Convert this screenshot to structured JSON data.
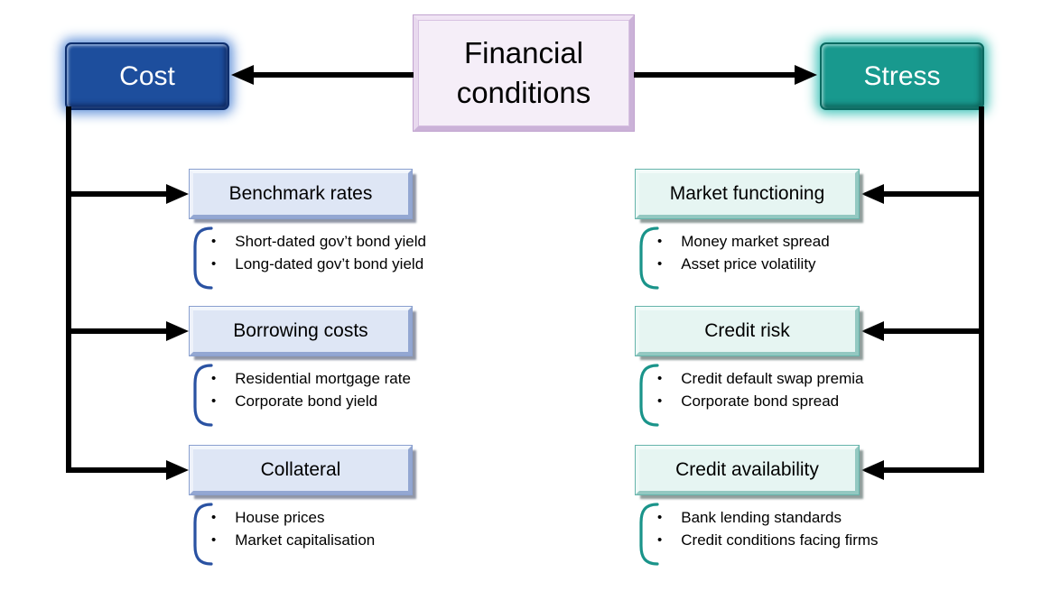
{
  "financial": {
    "label": "Financial conditions"
  },
  "left": {
    "header": "Cost",
    "sections": [
      {
        "title": "Benchmark rates",
        "items": [
          "Short-dated gov’t bond yield",
          "Long-dated gov’t bond yield"
        ]
      },
      {
        "title": "Borrowing costs",
        "items": [
          "Residential mortgage rate",
          "Corporate bond yield"
        ]
      },
      {
        "title": "Collateral",
        "items": [
          "House prices",
          "Market capitalisation"
        ]
      }
    ]
  },
  "right": {
    "header": "Stress",
    "sections": [
      {
        "title": "Market functioning",
        "items": [
          "Money market spread",
          "Asset price volatility"
        ]
      },
      {
        "title": "Credit risk",
        "items": [
          "Credit default swap premia",
          "Corporate bond spread"
        ]
      },
      {
        "title": "Credit availability",
        "items": [
          "Bank lending standards",
          "Credit conditions facing firms"
        ]
      }
    ]
  },
  "ui": {
    "bullet": "•"
  },
  "colors": {
    "cost_fill": "#1d4e9d",
    "stress_fill": "#18998e",
    "title_fill": "#f5eef8",
    "left_subbox_fill": "#dee6f5",
    "right_subbox_fill": "#e6f5f2",
    "bracket_blue": "#2a52a2",
    "bracket_teal": "#1a948a",
    "arrow": "#000000"
  }
}
